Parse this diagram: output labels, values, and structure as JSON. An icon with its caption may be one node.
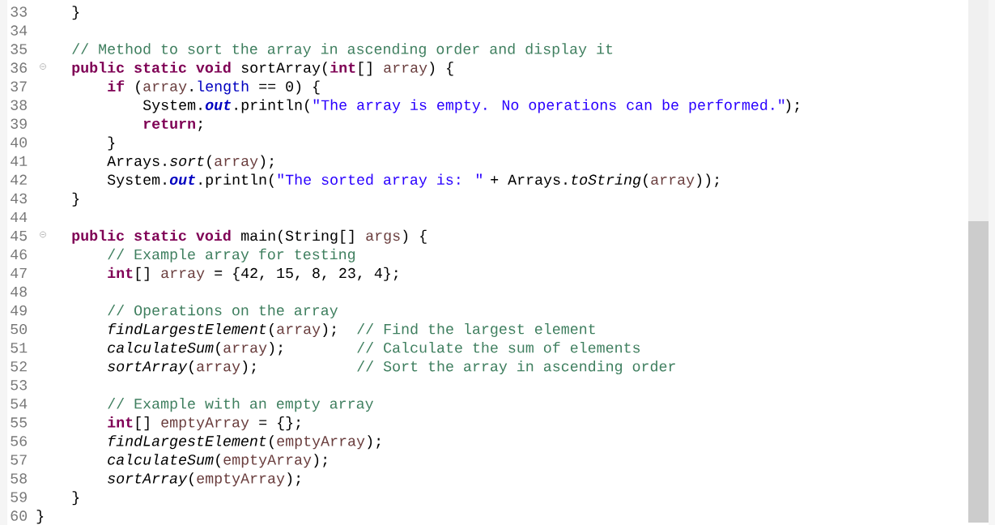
{
  "diagram": {
    "labels": [
      "33",
      "}",
      "34",
      "35",
      "// Method to sort the array in ascending order and display it",
      "36",
      "public static void",
      "sortArray(",
      "int",
      "[]",
      "array",
      ") {",
      "37",
      "if",
      "(",
      "array",
      ".",
      "length",
      "== 0) {",
      "38",
      "System.",
      "out",
      ".println(",
      "\"The array is empty. No operations can be performed.\"",
      ");",
      "39",
      "return",
      ";",
      "40",
      "}",
      "41",
      "Arrays.",
      "sort",
      "(",
      "array",
      ");",
      "42",
      "System.",
      "out",
      ".println(",
      "\"The sorted array is: \"",
      "+ Arrays.",
      "toString",
      "(",
      "array",
      "));",
      "43",
      "}",
      "44",
      "45",
      "public static void",
      "main(String[]",
      "args",
      ") {",
      "46",
      "// Example array for testing",
      "47",
      "int",
      "[]",
      "array",
      "= {42, 15, 8, 23, 4};",
      "48",
      "49",
      "// Operations on the array",
      "50",
      "findLargestElement",
      "(",
      "array",
      ");",
      "// Find the largest element",
      "51",
      "calculateSum",
      "(",
      "array",
      ");",
      "// Calculate the sum of elements",
      "52",
      "sortArray",
      "(",
      "array",
      ");",
      "// Sort the array in ascending order",
      "53",
      "54",
      "// Example with an empty array",
      "55",
      "int",
      "[]",
      "emptyArray",
      "= {};",
      "56",
      "findLargestElement",
      "(",
      "emptyArray",
      ");",
      "57",
      "calculateSum",
      "(",
      "emptyArray",
      ");",
      "58",
      "sortArray",
      "(",
      "emptyArray",
      ");",
      "59",
      "}",
      "60",
      "}"
    ]
  }
}
